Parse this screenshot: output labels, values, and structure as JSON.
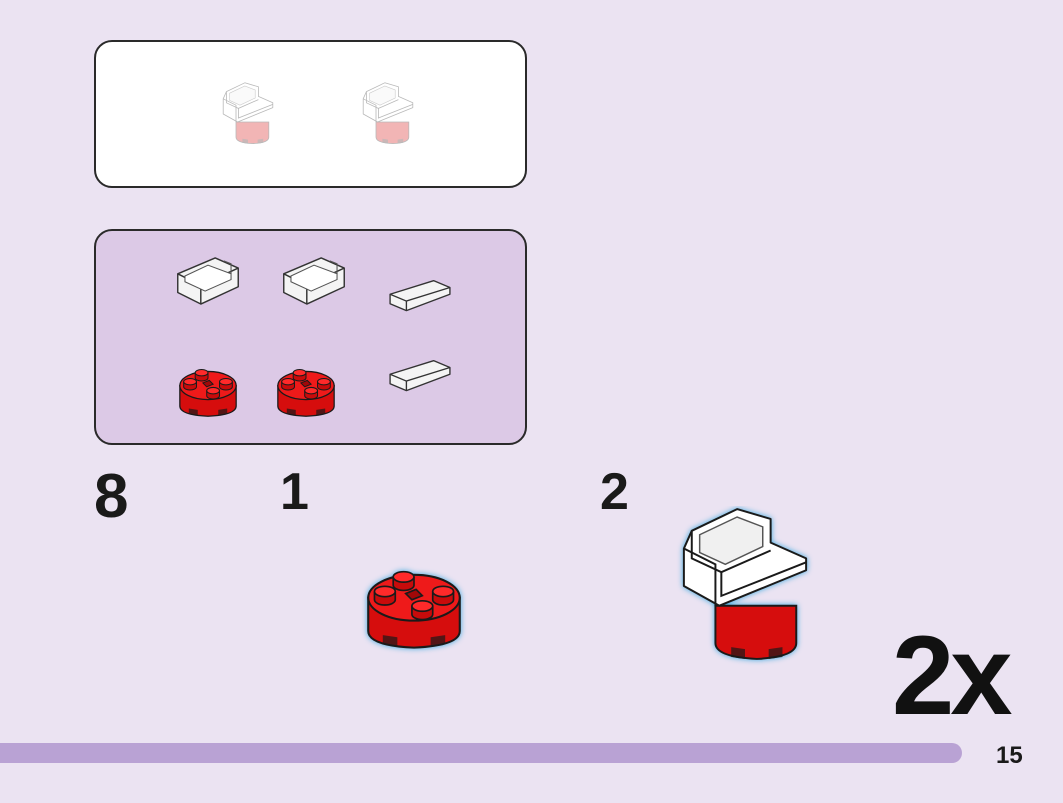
{
  "page": {
    "current_step_label": "8",
    "page_number": "15",
    "multiplier": "2x"
  },
  "sub_steps": [
    {
      "number": "1"
    },
    {
      "number": "2"
    }
  ],
  "parts_list": [
    {
      "part": "white-panel-brick",
      "icon": "white-panel-icon"
    },
    {
      "part": "white-panel-brick",
      "icon": "white-panel-icon"
    },
    {
      "part": "white-tile-1x2",
      "icon": "white-tile-icon"
    },
    {
      "part": "red-round-brick-2x2",
      "icon": "red-round-brick-icon"
    },
    {
      "part": "red-round-brick-2x2",
      "icon": "red-round-brick-icon"
    },
    {
      "part": "white-tile-1x2",
      "icon": "white-tile-icon"
    }
  ],
  "colors": {
    "background": "#ebe3f2",
    "parts_panel": "#dcc9e6",
    "brick_red": "#e8100f",
    "brick_white": "#ffffff",
    "highlight_outline": "#3aa9e0",
    "progress_bar": "#b9a2d4"
  }
}
